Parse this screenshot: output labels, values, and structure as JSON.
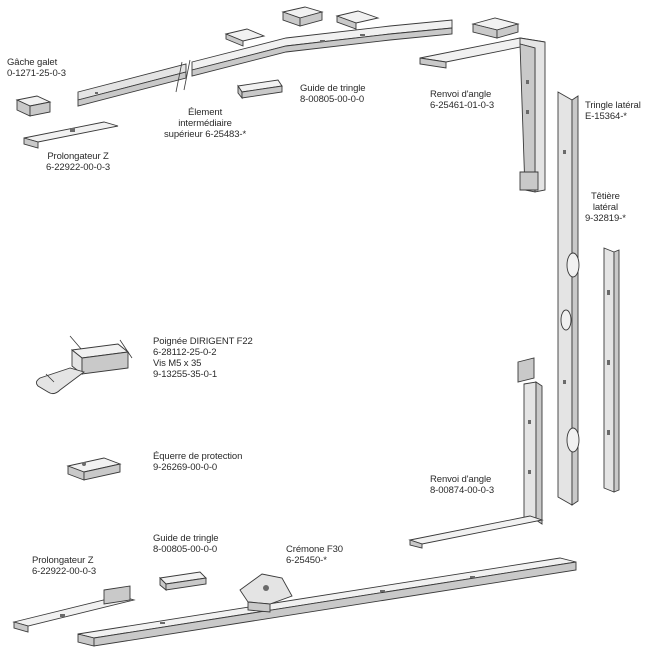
{
  "labels": {
    "gache_galet": [
      "Gâche galet",
      "0-1271-25-0-3"
    ],
    "prolongateur_z_top": [
      "Prolongateur Z",
      "6-22922-00-0-3"
    ],
    "element_intermediaire": [
      "Élement",
      "intermédiaire",
      "supérieur 6-25483-*"
    ],
    "guide_tringle_top": [
      "Guide de tringle",
      "8-00805-00-0-0"
    ],
    "renvoi_angle_top": [
      "Renvoi d'angle",
      "6-25461-01-0-3"
    ],
    "tringle_laterale": [
      "Tringle latéral",
      "E-15364-*"
    ],
    "tetiere_laterale": [
      "Têtière",
      "latéral",
      "9-32819-*"
    ],
    "poignee": [
      "Poignée DIRIGENT F22",
      "6-28112-25-0-2",
      "Vis M5 x 35",
      "9-13255-35-0-1"
    ],
    "equerre_protection": [
      "Équerre de protection",
      "9-26269-00-0-0"
    ],
    "renvoi_angle_bottom": [
      "Renvoi d'angle",
      "8-00874-00-0-3"
    ],
    "guide_tringle_bottom": [
      "Guide de tringle",
      "8-00805-00-0-0"
    ],
    "prolongateur_z_bottom": [
      "Prolongateur Z",
      "6-22922-00-0-3"
    ],
    "cremone": [
      "Crémone F30",
      "6-25450-*"
    ]
  },
  "colors": {
    "line": "#3a3a3a",
    "part_fill": "#e4e4e4",
    "part_dark": "#c9c9c9",
    "text": "#2a2a2a"
  }
}
